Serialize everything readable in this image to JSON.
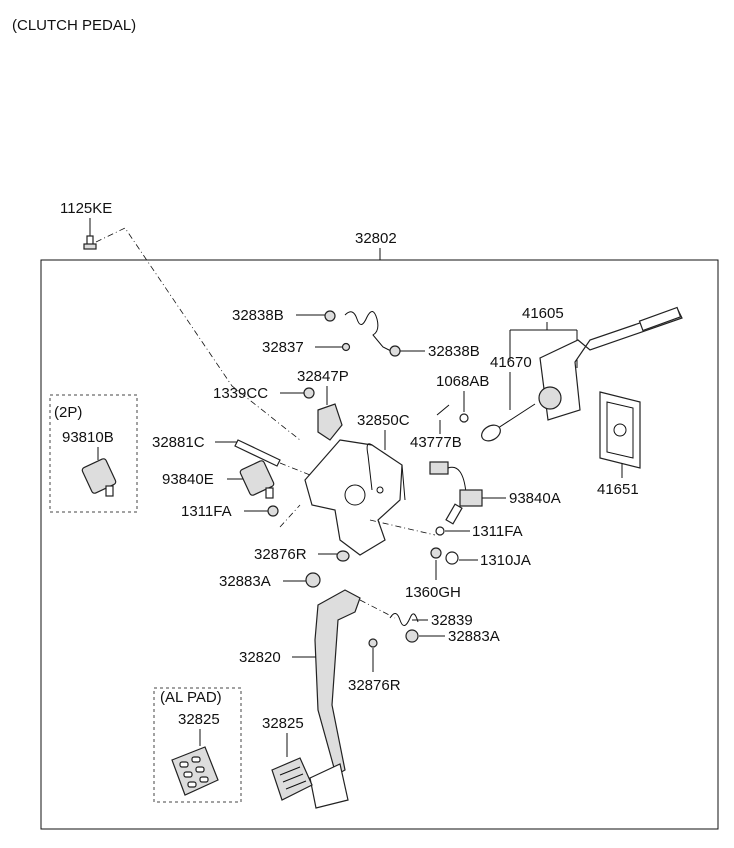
{
  "title": "(CLUTCH PEDAL)",
  "labels": {
    "p1125KE": "1125KE",
    "p32802": "32802",
    "p32838B_a": "32838B",
    "p32837": "32837",
    "p32838B_b": "32838B",
    "p41605": "41605",
    "p41670": "41670",
    "p1068AB": "1068AB",
    "p1339CC": "1339CC",
    "p32847P": "32847P",
    "p32850C": "32850C",
    "p43777B": "43777B",
    "p32881C": "32881C",
    "p93840E": "93840E",
    "p41651": "41651",
    "p93840A": "93840A",
    "p1311FA_a": "1311FA",
    "p1311FA_b": "1311FA",
    "p32876R_a": "32876R",
    "p1310JA": "1310JA",
    "p32883A_a": "32883A",
    "p1360GH": "1360GH",
    "p32839": "32839",
    "p32883A_b": "32883A",
    "p32820": "32820",
    "p32876R_b": "32876R",
    "p32825_main": "32825"
  },
  "option_boxes": {
    "two_p": {
      "heading": "(2P)",
      "part": "93810B"
    },
    "al_pad": {
      "heading": "(AL PAD)",
      "part": "32825"
    }
  }
}
